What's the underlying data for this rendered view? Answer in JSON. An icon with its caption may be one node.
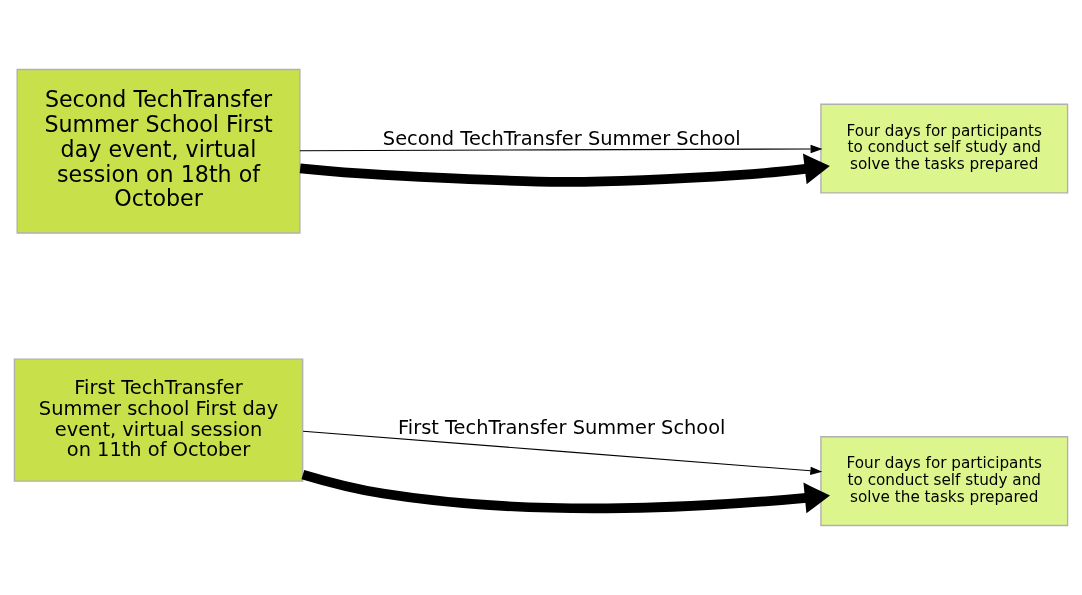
{
  "diagram": {
    "nodes": [
      {
        "text": [
          "First TechTransfer Summer school First day event, virtual session on 11th of October"
        ]
      },
      {
        "text": [
          "Four days for participants to conduct self study and solve the tasks prepared"
        ]
      },
      {
        "text": [
          "Second TechTransfer Summer School First day event, virtual session on 18th of October"
        ]
      },
      {
        "text": [
          "Four days for participants to conduct self study and solve the tasks prepared"
        ]
      }
    ],
    "edges": [
      {
        "from": 0,
        "to": 1,
        "arrow": "to",
        "label": "First TechTransfer Summer School"
      },
      {
        "from": 0,
        "to": 1,
        "arrow": "to",
        "style": "thick"
      },
      {
        "from": 2,
        "to": 3,
        "arrow": "to",
        "label": "Second TechTransfer Summer School"
      },
      {
        "from": 2,
        "to": 3,
        "arrow": "to",
        "style": "thick"
      }
    ]
  }
}
